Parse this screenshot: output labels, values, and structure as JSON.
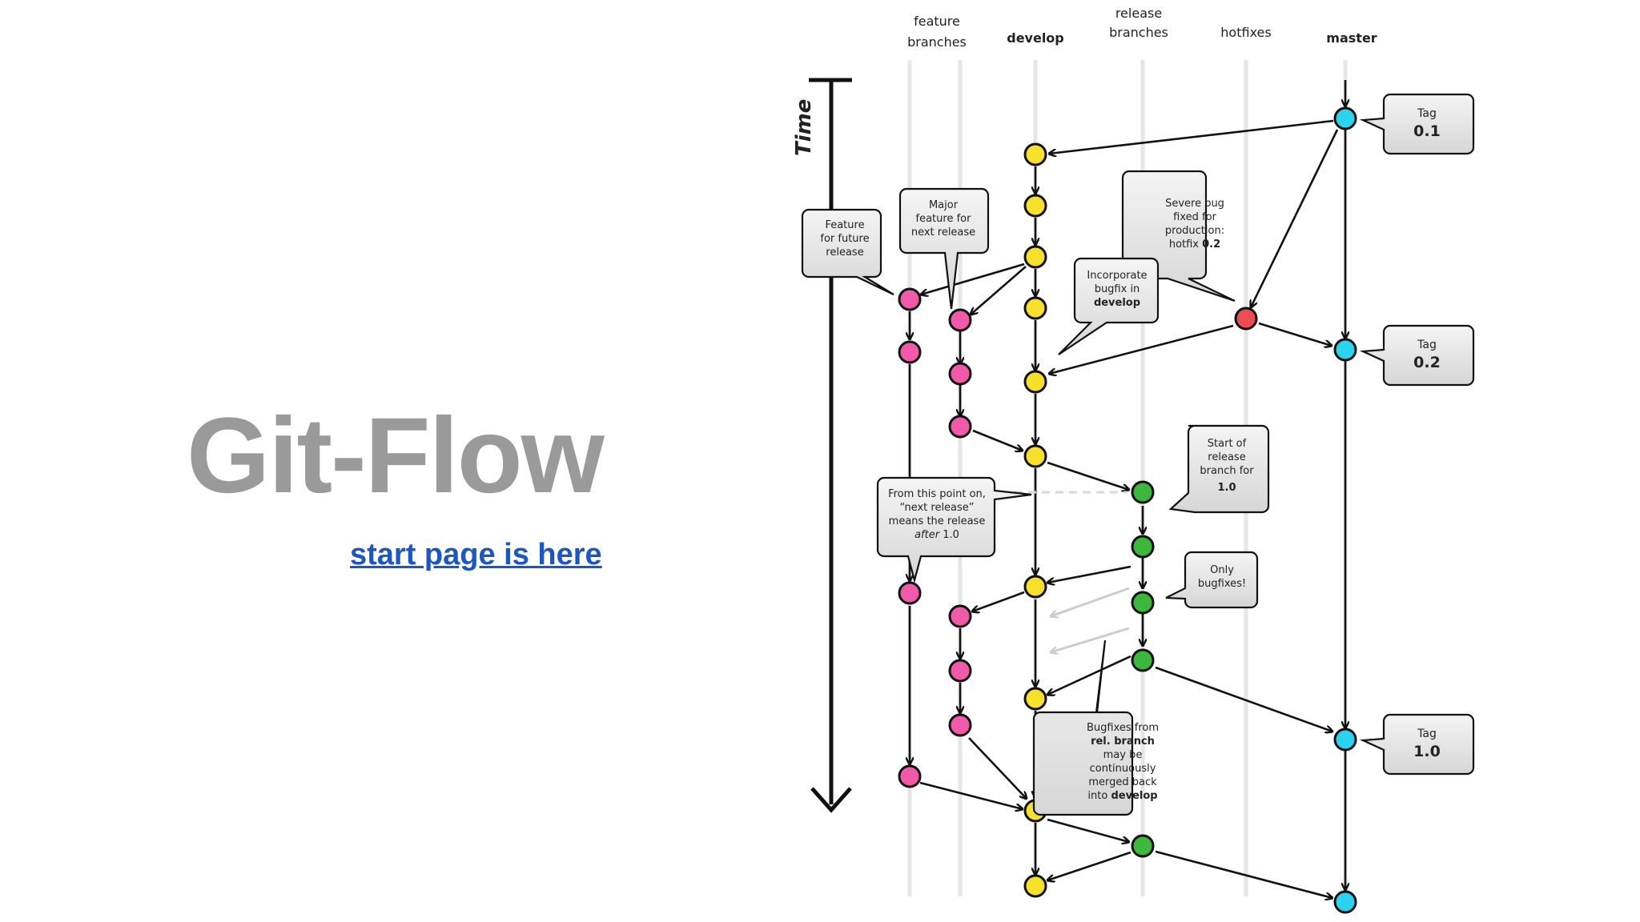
{
  "slide": {
    "title": "Git-Flow",
    "link_text": "start page is here"
  },
  "diagram": {
    "time_label": "Time",
    "lanes": {
      "feature": [
        "feature",
        "branches"
      ],
      "develop": [
        "develop"
      ],
      "release": [
        "release",
        "branches"
      ],
      "hotfixes": [
        "hotfixes"
      ],
      "master": [
        "master"
      ]
    },
    "colors": {
      "feature": "#f05aa8",
      "develop": "#f6e02a",
      "release": "#3cb93c",
      "hotfix": "#ee4c55",
      "master": "#2cd3ee"
    },
    "tags": [
      {
        "label": "Tag",
        "version": "0.1"
      },
      {
        "label": "Tag",
        "version": "0.2"
      },
      {
        "label": "Tag",
        "version": "1.0"
      }
    ],
    "bubbles": {
      "feature_future": [
        "Feature",
        "for future",
        "release"
      ],
      "major_feature": [
        "Major",
        "feature for",
        "next release"
      ],
      "severe_bug": [
        "Severe bug",
        "fixed for",
        "production:"
      ],
      "severe_bug_last": "hotfix ",
      "severe_bug_bold": "0.2",
      "incorporate": [
        "Incorporate",
        "bugfix in"
      ],
      "incorporate_bold": "develop",
      "start_release": [
        "Start of",
        "release",
        "branch for"
      ],
      "start_release_bold": "1.0",
      "from_this_point": [
        "From this point on,",
        "“next release”",
        "means the release"
      ],
      "from_this_point_italic": "after",
      "from_this_point_end": " 1.0",
      "only_bugfixes": [
        "Only",
        "bugfixes!"
      ],
      "bugfixes_rel_1": "Bugfixes from",
      "bugfixes_rel_bold1": "rel. branch",
      "bugfixes_rel_mid": [
        "may be",
        "continuously",
        "merged back"
      ],
      "bugfixes_rel_last": "into ",
      "bugfixes_rel_bold2": "develop"
    }
  }
}
